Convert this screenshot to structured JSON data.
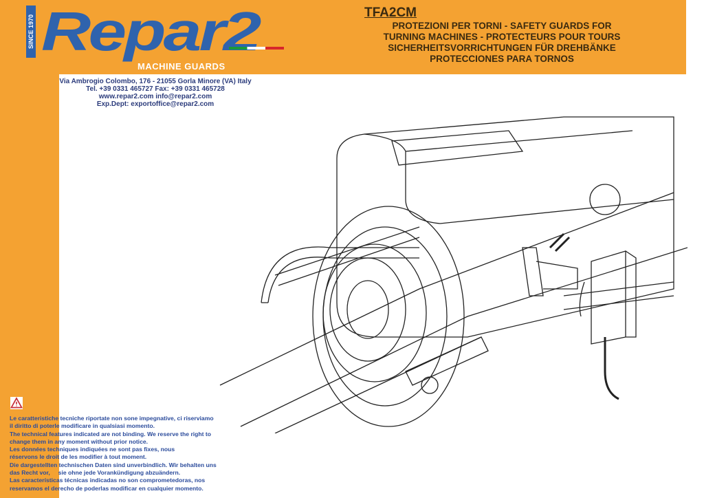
{
  "logo": {
    "since": "SINCE 1970",
    "brand": "Repar2",
    "tagline": "MACHINE GUARDS"
  },
  "address": [
    "Via Ambrogio Colombo, 176 - 21055 Gorla Minore (VA) Italy",
    "Tel. +39 0331 465727 Fax: +39 0331 465728",
    "www.repar2.com info@repar2.com",
    "Exp.Dept: exportoffice@repar2.com"
  ],
  "title": {
    "code": "TFA2CM",
    "lines": [
      "PROTEZIONI PER TORNI - SAFETY GUARDS  FOR",
      "TURNING  MACHINES - PROTECTEURS POUR TOURS",
      "SICHERHEITSVORRICHTUNGEN  FÜR  DREHBÄNKE",
      "PROTECCIONES  PARA  TORNOS"
    ]
  },
  "disclaimer": [
    "Le caratteristiche tecniche riportate non sone impegnative, ci riserviamo",
    "il diritto di poterle modificare in qualsiasi momento.",
    "The technical features indicated are not binding. We reserve the right to",
    "change them in any moment without prior notice.",
    "Les données techniques indiquées ne sont pas fixes, nous",
    "réservons le droit de les modifier à tout moment.",
    "Die dargestellten technischen Daten sind unverbindlich. Wir behalten uns",
    "das Recht vor,     sie ohne jede Vorankündigung abzuändern.",
    "Las características técnicas indicadas no son comprometedoras, nos",
    "reservamos el derecho de poderlas modificar en cualquier momento."
  ],
  "colors": {
    "orange": "#f4a232",
    "blue": "#2f63ad"
  }
}
